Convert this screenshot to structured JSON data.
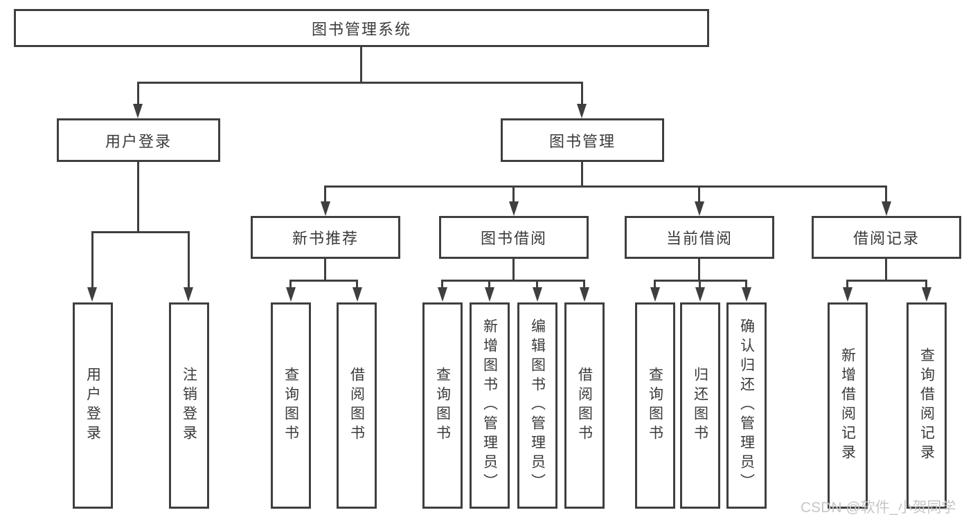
{
  "diagram": {
    "title": "图书管理系统",
    "type": "tree-structure-diagram",
    "colors": {
      "background": "#ffffff",
      "line": "#3f3f3f",
      "box_border": "#3f3f3f",
      "text": "#3a3a3a",
      "watermark": "#c6c6c6"
    },
    "nodes": {
      "root": {
        "label": "图书管理系统"
      },
      "user_login": {
        "label": "用户登录"
      },
      "book_mgmt": {
        "label": "图书管理"
      },
      "new_book_rec": {
        "label": "新书推荐"
      },
      "book_borrow": {
        "label": "图书借阅"
      },
      "current_borrow": {
        "label": "当前借阅"
      },
      "borrow_records": {
        "label": "借阅记录"
      },
      "leaf_user_login": {
        "label": "用户登录"
      },
      "leaf_logout": {
        "label": "注销登录"
      },
      "leaf_rec_query": {
        "label": "查询图书"
      },
      "leaf_rec_borrow": {
        "label": "借阅图书"
      },
      "leaf_bb_query": {
        "label": "查询图书"
      },
      "leaf_bb_add": {
        "label": "新增图书（管理员）"
      },
      "leaf_bb_edit": {
        "label": "编辑图书（管理员）"
      },
      "leaf_bb_borrow": {
        "label": "借阅图书"
      },
      "leaf_cb_query": {
        "label": "查询图书"
      },
      "leaf_cb_return": {
        "label": "归还图书"
      },
      "leaf_cb_confirm": {
        "label": "确认归还（管理员）"
      },
      "leaf_br_add": {
        "label": "新增借阅记录"
      },
      "leaf_br_query": {
        "label": "查询借阅记录"
      }
    },
    "structure": {
      "root": [
        "user_login",
        "book_mgmt"
      ],
      "user_login": [
        "leaf_user_login",
        "leaf_logout"
      ],
      "book_mgmt": [
        "new_book_rec",
        "book_borrow",
        "current_borrow",
        "borrow_records"
      ],
      "new_book_rec": [
        "leaf_rec_query",
        "leaf_rec_borrow"
      ],
      "book_borrow": [
        "leaf_bb_query",
        "leaf_bb_add",
        "leaf_bb_edit",
        "leaf_bb_borrow"
      ],
      "current_borrow": [
        "leaf_cb_query",
        "leaf_cb_return",
        "leaf_cb_confirm"
      ],
      "borrow_records": [
        "leaf_br_add",
        "leaf_br_query"
      ]
    },
    "watermark": {
      "text": "CSDN @软件_小贺同学"
    }
  }
}
